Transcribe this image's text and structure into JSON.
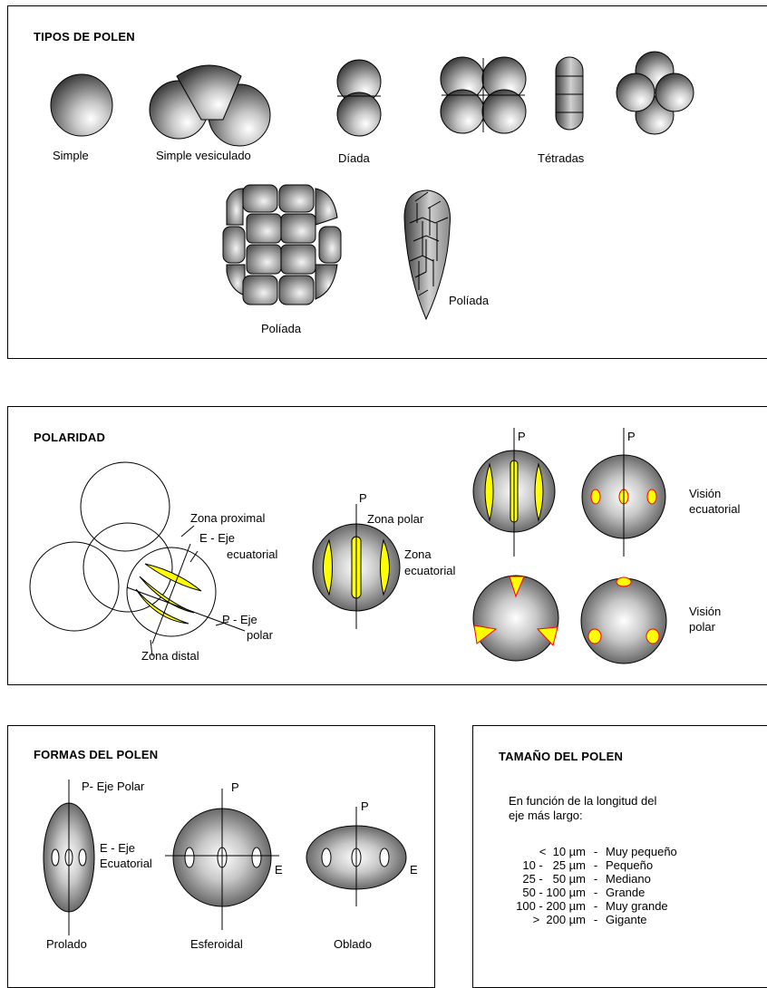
{
  "tipos": {
    "title": "TIPOS DE POLEN",
    "simple": "Simple",
    "vesiculado": "Simple vesiculado",
    "diada": "Díada",
    "tetradas": "Tétradas",
    "poliada1": "Políada",
    "poliada2": "Políada"
  },
  "polaridad": {
    "title": "POLARIDAD",
    "zona_proximal": "Zona proximal",
    "e_eje": "E - Eje",
    "ecuatorial": "ecuatorial",
    "p_eje": "P - Eje",
    "polar": "polar",
    "zona_distal": "Zona distal",
    "p_center": "P",
    "zona_polar": "Zona polar",
    "zona": "Zona",
    "zona_ecuatorial": "ecuatorial",
    "p_right1": "P",
    "p_right2": "P",
    "vision": "Visión",
    "vision_ecuatorial": "ecuatorial",
    "vision2": "Visión",
    "vision_polar": "polar"
  },
  "formas": {
    "title": "FORMAS DEL POLEN",
    "p_eje_polar": "P- Eje Polar",
    "e_eje": "E - Eje",
    "ecuatorial": "Ecuatorial",
    "p1": "P",
    "e1": "E",
    "p2": "P",
    "e2": "E",
    "prolado": "Prolado",
    "esferoidal": "Esferoidal",
    "oblado": "Oblado"
  },
  "tamano": {
    "title": "TAMAÑO DEL POLEN",
    "intro_1": "En función de la longitud del",
    "intro_2": "eje más largo:",
    "rows": [
      {
        "range": "<  10 µm",
        "label": "Muy pequeño"
      },
      {
        "range": "10 -   25 µm",
        "label": "Pequeño"
      },
      {
        "range": "25 -   50 µm",
        "label": "Mediano"
      },
      {
        "range": "50 - 100 µm",
        "label": "Grande"
      },
      {
        "range": "100 - 200 µm",
        "label": "Muy grande"
      },
      {
        "range": ">  200 µm",
        "label": "Gigante"
      }
    ]
  },
  "colors": {
    "grain_light": "#ffffff",
    "grain_dark": "#3c3c3c",
    "aperture": "#ffff00",
    "aperture_edge": "#ff0000"
  }
}
